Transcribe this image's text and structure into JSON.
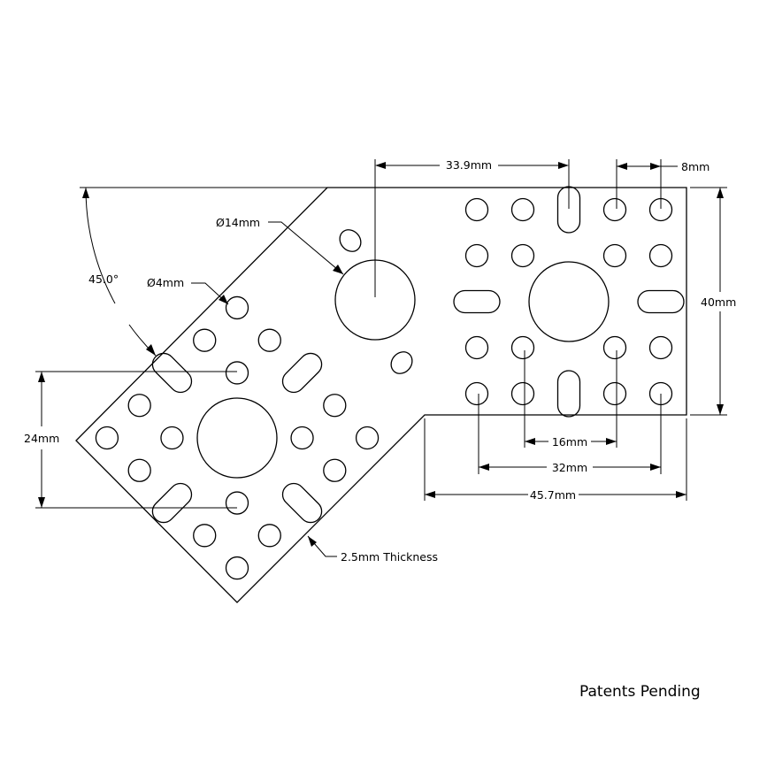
{
  "dimensions": {
    "d339": "33.9mm",
    "d8": "8mm",
    "d40": "40mm",
    "d16": "16mm",
    "d32": "32mm",
    "d457": "45.7mm",
    "d24": "24mm",
    "angle": "45.0°",
    "hole_large": "Ø14mm",
    "hole_small": "Ø4mm",
    "thickness": "2.5mm Thickness"
  },
  "footer": "Patents Pending"
}
